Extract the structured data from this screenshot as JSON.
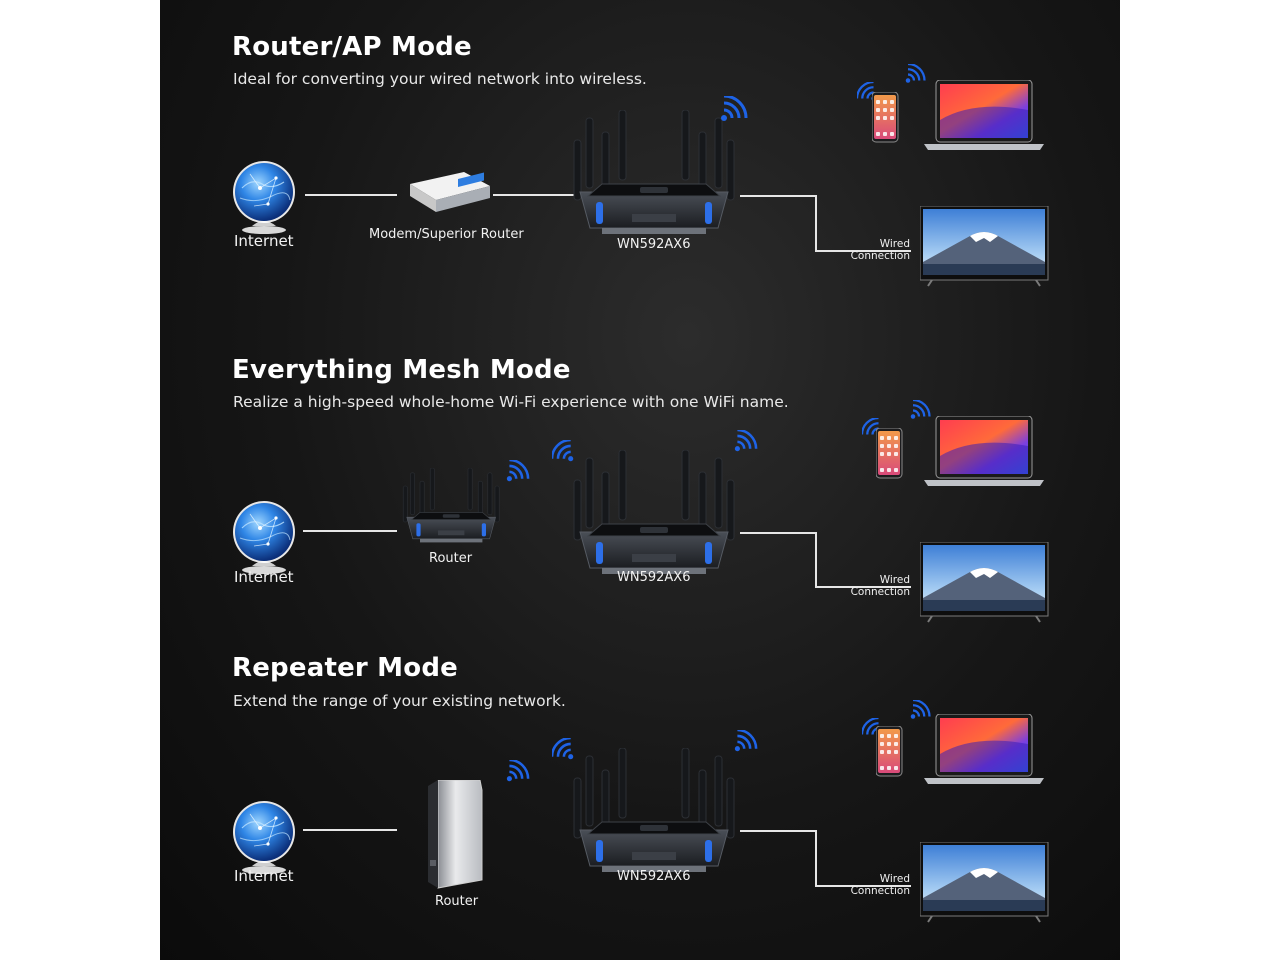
{
  "sections": [
    {
      "title": "Router/AP Mode",
      "subtitle": "Ideal for converting your wired network into wireless.",
      "internet_label": "Internet",
      "middle_label": "Modem/Superior Router",
      "router_label": "WN592AX6",
      "wired_label_1": "Wired",
      "wired_label_2": "Connection"
    },
    {
      "title": "Everything Mesh Mode",
      "subtitle": "Realize a high-speed whole-home Wi-Fi experience with one WiFi name.",
      "internet_label": "Internet",
      "middle_label": "Router",
      "router_label": "WN592AX6",
      "wired_label_1": "Wired",
      "wired_label_2": "Connection"
    },
    {
      "title": "Repeater Mode",
      "subtitle": "Extend the range of your existing network.",
      "internet_label": "Internet",
      "middle_label": "Router",
      "router_label": "WN592AX6",
      "wired_label_1": "Wired",
      "wired_label_2": "Connection"
    }
  ],
  "colors": {
    "background": "#1a1a1a",
    "wifi_signal": "#1e63e6",
    "globe": "#2a7fe0",
    "connector_line": "#e6e6e6"
  },
  "icons": [
    "globe-icon",
    "modem-icon",
    "router-icon",
    "wifi-signal-icon",
    "smartphone-icon",
    "laptop-icon",
    "tv-icon",
    "tower-router-icon"
  ]
}
